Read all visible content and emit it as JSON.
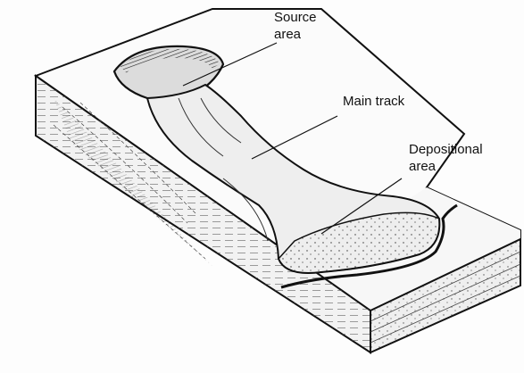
{
  "diagram": {
    "labels": {
      "source": "Source\narea",
      "main_track": "Main track",
      "depositional": "Depositional\narea"
    }
  }
}
